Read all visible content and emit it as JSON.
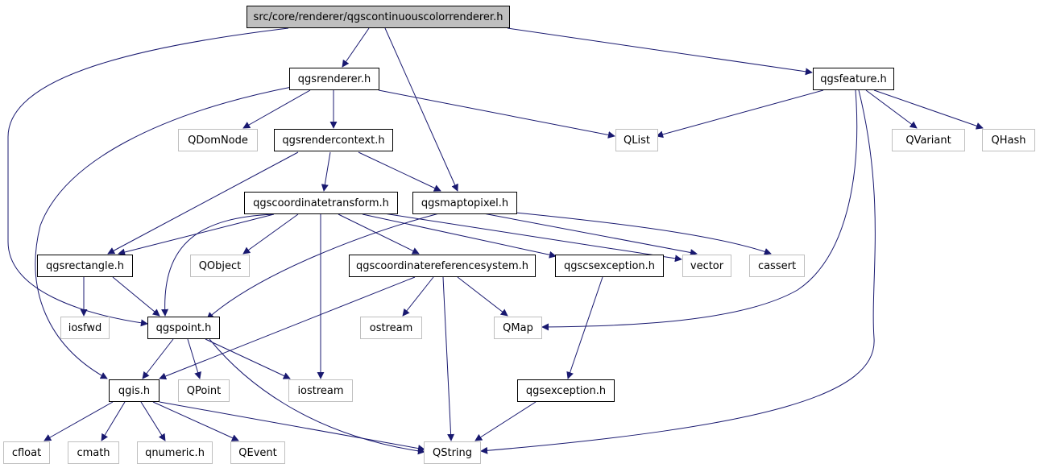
{
  "nodes": {
    "root": "src/core/renderer/qgscontinuouscolorrenderer.h",
    "qgsrenderer": "qgsrenderer.h",
    "qgsfeature": "qgsfeature.h",
    "qdomnode": "QDomNode",
    "qgsrendercontext": "qgsrendercontext.h",
    "qlist": "QList",
    "qvariant": "QVariant",
    "qhash": "QHash",
    "qgscoordinatetransform": "qgscoordinatetransform.h",
    "qgsmaptopixel": "qgsmaptopixel.h",
    "qgsrectangle": "qgsrectangle.h",
    "qobject": "QObject",
    "qgscoordinatereferencesystem": "qgscoordinatereferencesystem.h",
    "qgscsexception": "qgscsexception.h",
    "vector": "vector",
    "cassert": "cassert",
    "iosfwd": "iosfwd",
    "qgspoint": "qgspoint.h",
    "ostream": "ostream",
    "qmap": "QMap",
    "qgis": "qgis.h",
    "qpoint": "QPoint",
    "iostream": "iostream",
    "qgsexception": "qgsexception.h",
    "cfloat": "cfloat",
    "cmath": "cmath",
    "qnumeric": "qnumeric.h",
    "qevent": "QEvent",
    "qstring": "QString"
  },
  "colors": {
    "edge": "#191970",
    "internal_border": "#000000",
    "external_border": "#bfbfbf",
    "root_fill": "#bfbfbf"
  }
}
